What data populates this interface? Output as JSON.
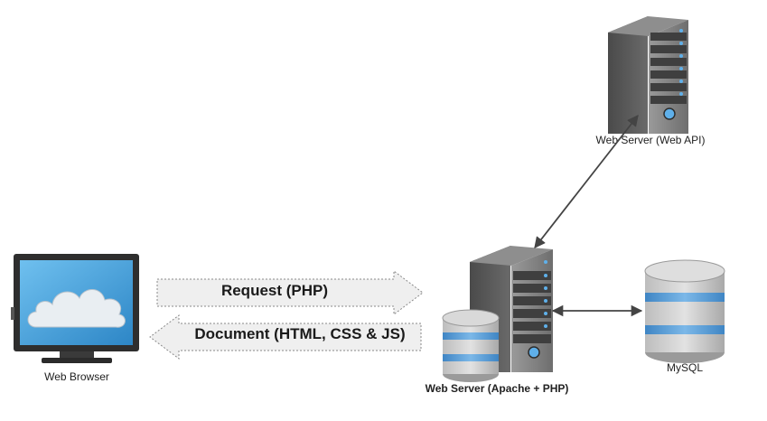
{
  "nodes": {
    "browser": {
      "label": "Web Browser",
      "icon": "monitor-cloud-icon"
    },
    "web_server": {
      "label": "Web Server (Apache + PHP)",
      "icon": "server-tower-icon"
    },
    "api_server": {
      "label": "Web Server (Web API)",
      "icon": "server-tower-icon"
    },
    "mysql": {
      "label": "MySQL",
      "icon": "database-icon"
    }
  },
  "edges": {
    "request": {
      "label": "Request (PHP)",
      "direction": "browser-to-server"
    },
    "document": {
      "label": "Document (HTML, CSS & JS)",
      "direction": "server-to-browser"
    },
    "api_link": {
      "direction": "bidirectional"
    },
    "db_link": {
      "direction": "bidirectional"
    }
  },
  "colors": {
    "server_dark": "#5a5a5a",
    "server_mid": "#7d7d7d",
    "server_light": "#a9a9a9",
    "db_blue": "#5b9bd5",
    "db_gray": "#c8c8c8",
    "screen_blue": "#4aa3df",
    "arrow_fill": "#efefef"
  }
}
